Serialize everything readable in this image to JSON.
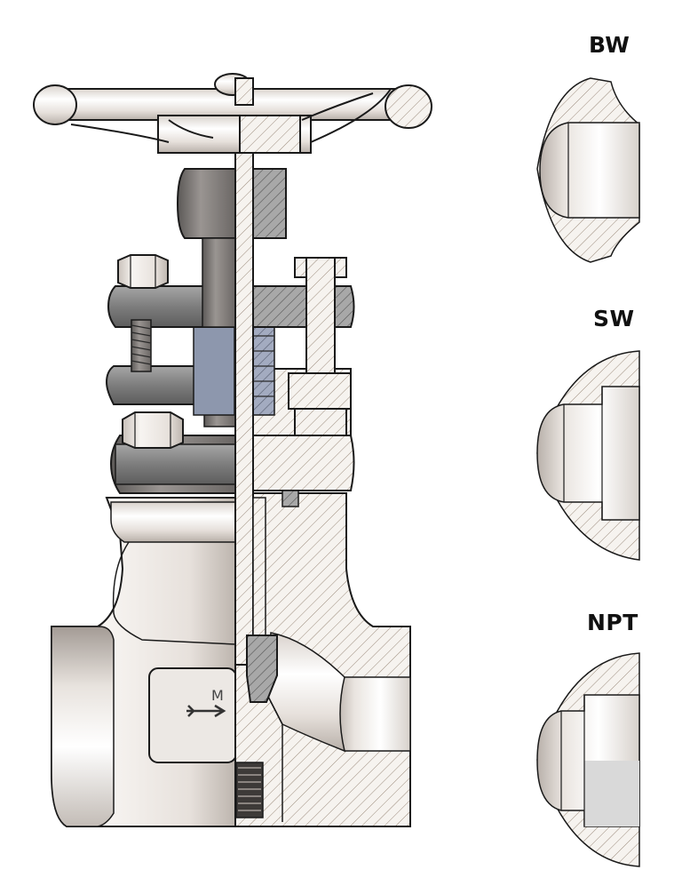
{
  "end_connections": {
    "bw": "BW",
    "sw": "SW",
    "npt": "NPT"
  },
  "colors": {
    "hatch": "#8a7a6a",
    "metal_light": "#f2efec",
    "metal_dark": "#8a8480",
    "yoke_gray": "#8e8e8e",
    "packing_blue": "#9aa3b8",
    "outline": "#1a1a1a"
  }
}
